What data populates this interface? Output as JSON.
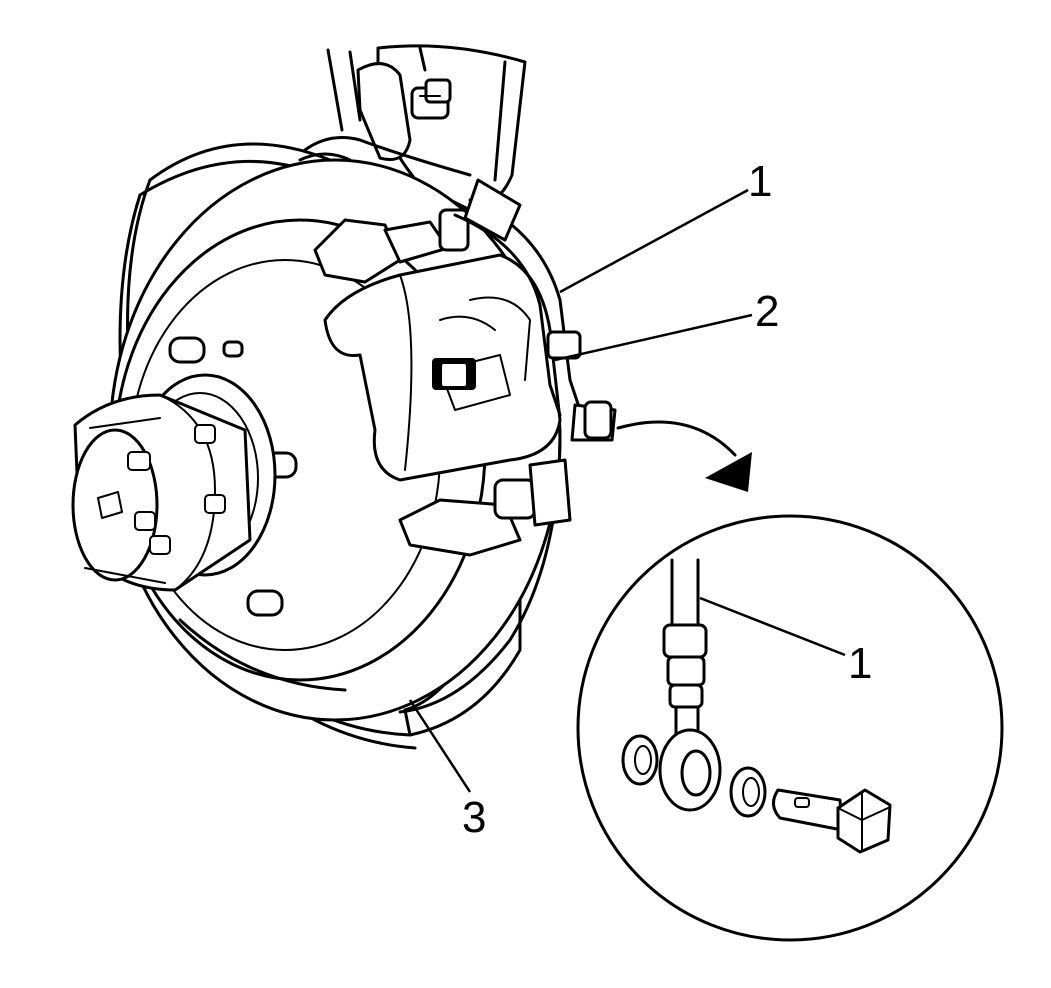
{
  "callouts": {
    "c1_main": "1",
    "c2_main": "2",
    "c3_main": "3",
    "c1_detail": "1"
  },
  "colors": {
    "line": "#000000",
    "background": "#ffffff"
  }
}
